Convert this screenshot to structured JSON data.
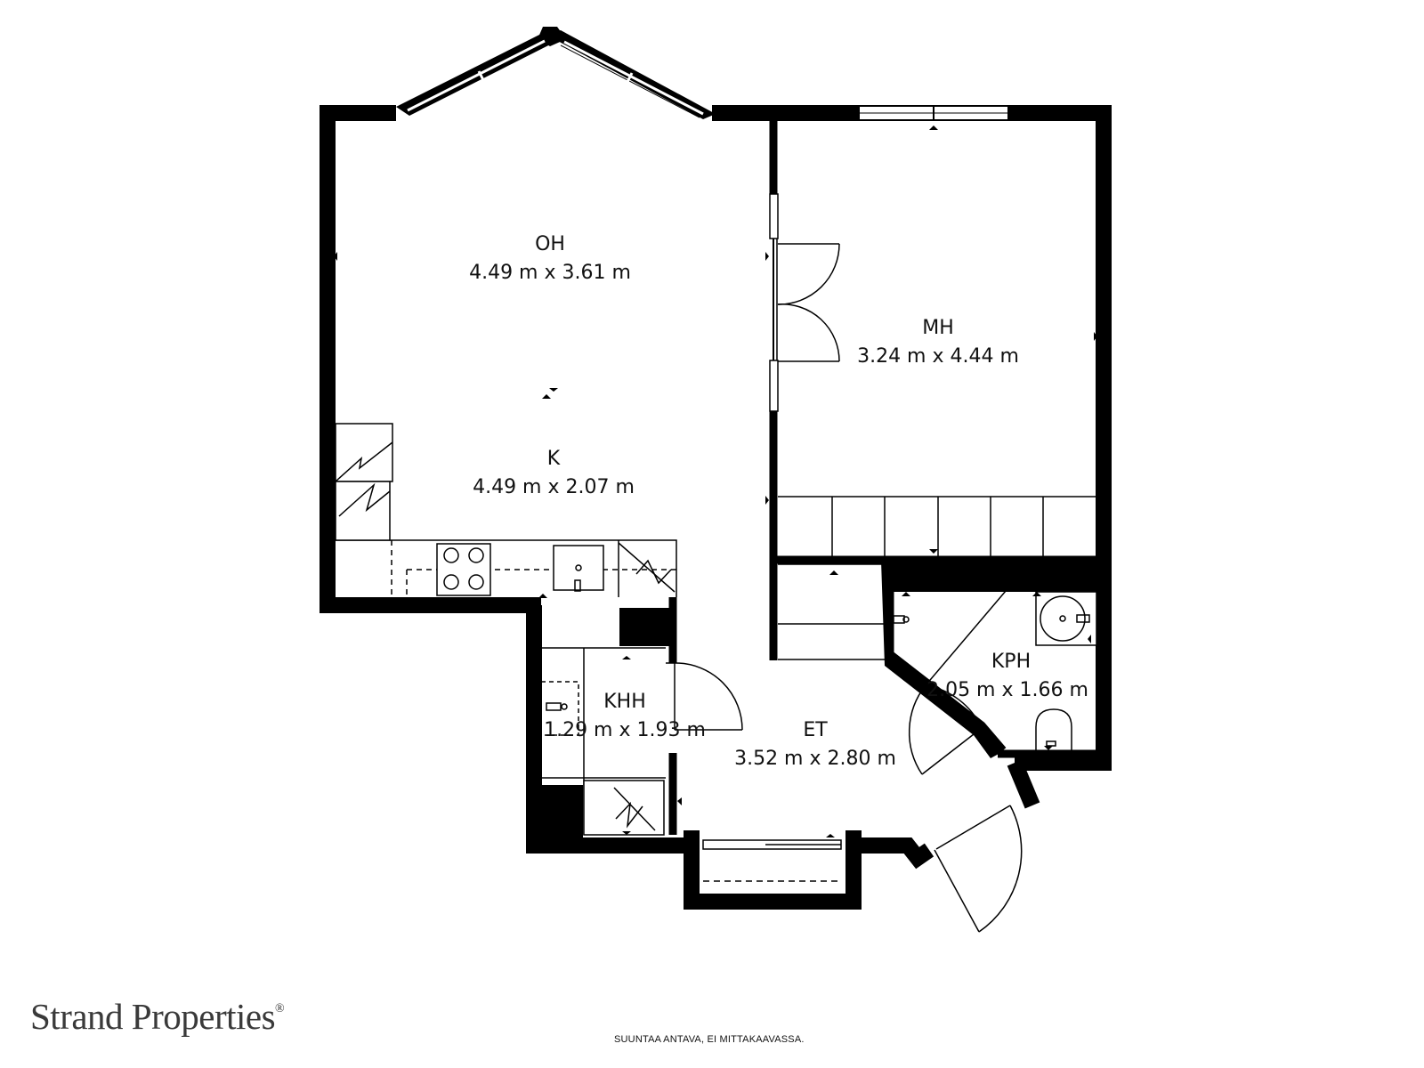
{
  "brand": {
    "name": "Strand Properties",
    "trademark": "®"
  },
  "disclaimer": "SUUNTAA ANTAVA, EI MITTAKAAVASSA.",
  "rooms": {
    "oh": {
      "name": "OH",
      "size": "4.49 m x 3.61 m"
    },
    "k": {
      "name": "K",
      "size": "4.49 m x 2.07 m"
    },
    "mh": {
      "name": "MH",
      "size": "3.24 m x 4.44 m"
    },
    "kph": {
      "name": "KPH",
      "size": "2.05 m x 1.66 m"
    },
    "khh": {
      "name": "KHH",
      "size": "1.29 m x 1.93 m"
    },
    "et": {
      "name": "ET",
      "size": "3.52 m x 2.80 m"
    }
  }
}
